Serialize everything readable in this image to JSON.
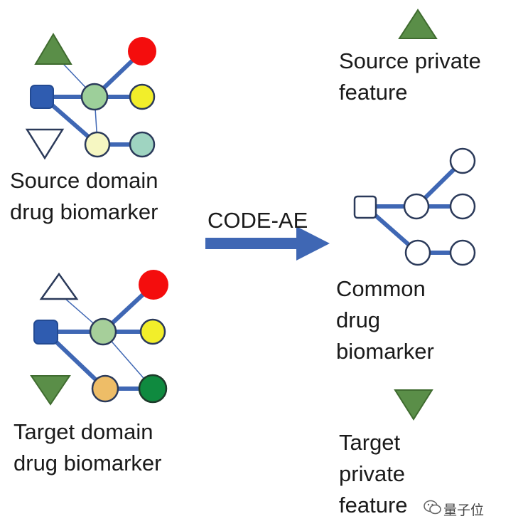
{
  "source": {
    "line1": "Source domain",
    "line2": "drug biomarker"
  },
  "target": {
    "line1": "Target domain",
    "line2": "drug biomarker"
  },
  "arrow": {
    "label": "CODE-AE"
  },
  "source_private": {
    "line1": "Source private",
    "line2": "feature"
  },
  "common": {
    "line1": "Common",
    "line2": "drug",
    "line3": "biomarker"
  },
  "target_private": {
    "line1": "Target",
    "line2": "private",
    "line3": "feature"
  },
  "watermark": {
    "text": "量子位"
  },
  "colors": {
    "edge": "#3f67b4",
    "square": "#2f5cb0",
    "triangle_green": "#5a8e48",
    "red": "#f40d0d",
    "yellow": "#f2ee2a",
    "light_green": "#9dcf9a",
    "pale_yellow": "#f6f7c2",
    "teal_green": "#9fd4c1",
    "orange": "#eebd67",
    "dark_green": "#0f8a3f"
  }
}
